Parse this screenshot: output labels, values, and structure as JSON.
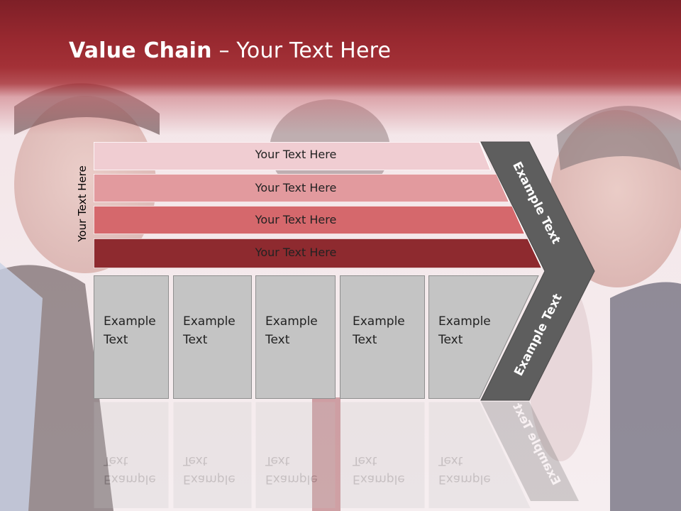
{
  "slide": {
    "title_bold": "Value Chain",
    "title_rest": " – Your Text Here",
    "side_label": "Your Text Here",
    "bars": [
      {
        "label": "Your Text Here",
        "color": "#f0cdd2"
      },
      {
        "label": "Your Text Here",
        "color": "#e29a9e"
      },
      {
        "label": "Your Text Here",
        "color": "#d5686c"
      },
      {
        "label": "Your Text Here",
        "color": "#8e2a2f"
      }
    ],
    "chevron_top_text": "Example Text",
    "chevron_bottom_text": "Example Text",
    "boxes": [
      {
        "line1": "Example",
        "line2": "Text"
      },
      {
        "line1": "Example",
        "line2": "Text"
      },
      {
        "line1": "Example",
        "line2": "Text"
      },
      {
        "line1": "Example",
        "line2": "Text"
      },
      {
        "line1": "Example",
        "line2": "Text"
      }
    ],
    "colors": {
      "header": "#9b2a31",
      "chevron": "#5e5e5e",
      "box_fill": "#c4c4c4",
      "box_border": "#9a9a9a"
    }
  }
}
